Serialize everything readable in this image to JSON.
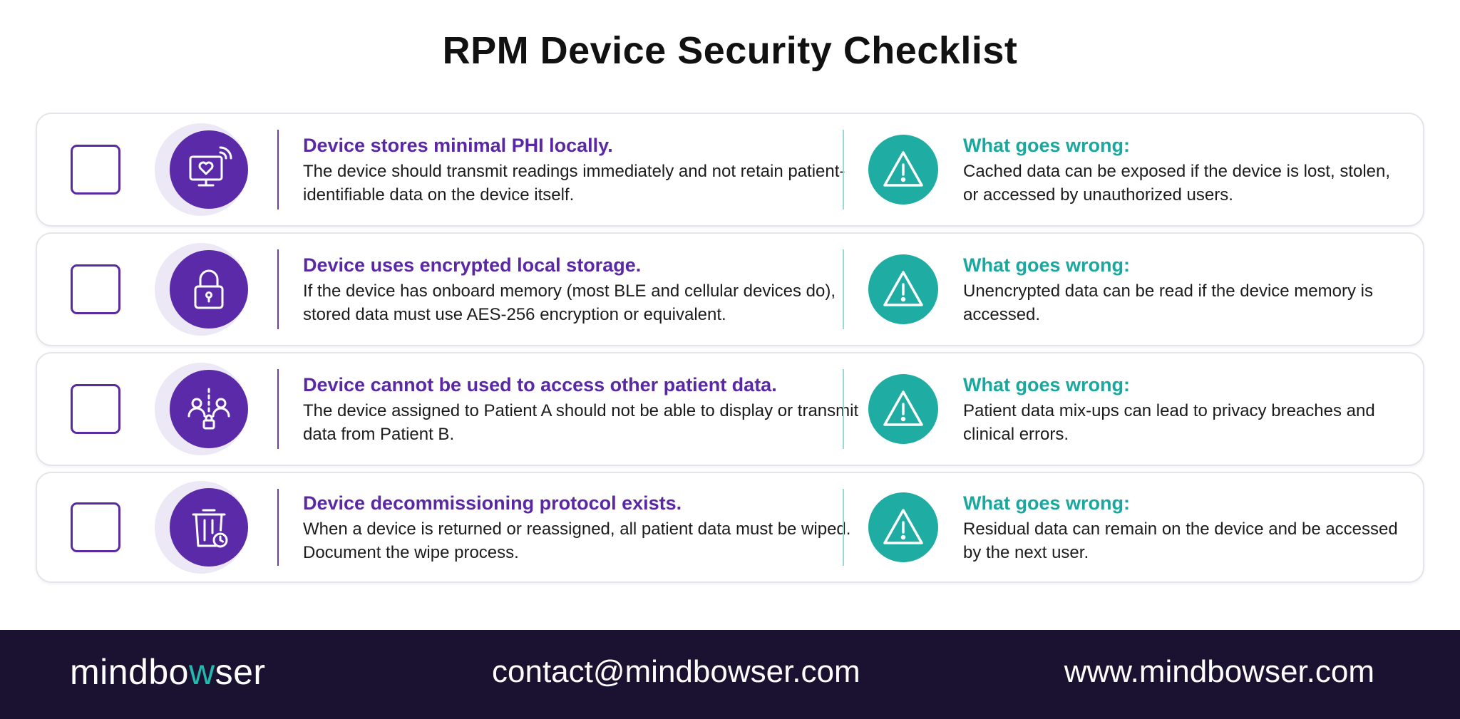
{
  "title": "RPM Device Security Checklist",
  "colors": {
    "purple": "#5b2aa8",
    "teal": "#1eaca3",
    "footer_bg": "#1a1230"
  },
  "items": [
    {
      "icon": "monitor-heart-wifi-icon",
      "title": "Device stores minimal PHI locally.",
      "description": "The device should transmit readings immediately and not retain patient-identifiable data on the device itself.",
      "wrong_title": "What goes wrong:",
      "wrong_description": "Cached data can be exposed if the device is lost, stolen, or accessed by unauthorized users."
    },
    {
      "icon": "padlock-icon",
      "title": "Device uses encrypted local storage.",
      "description": "If the device has onboard memory (most BLE and cellular devices do), stored data must use AES-256 encryption or equivalent.",
      "wrong_title": "What goes wrong:",
      "wrong_description": "Unencrypted data can be read if the device memory is accessed."
    },
    {
      "icon": "separated-users-lock-icon",
      "title": "Device cannot be used to access other patient data.",
      "description": "The device assigned to Patient A should not be able to display or transmit data from Patient B.",
      "wrong_title": "What goes wrong:",
      "wrong_description": "Patient data mix-ups can lead to privacy breaches and clinical errors."
    },
    {
      "icon": "trash-bin-clock-icon",
      "title": "Device decommissioning protocol exists.",
      "description": "When a device is returned or reassigned, all patient data must be wiped. Document the wipe process.",
      "wrong_title": "What goes wrong:",
      "wrong_description": "Residual data can remain on the device and be accessed by the next user."
    }
  ],
  "footer": {
    "brand_part1": "mindbo",
    "brand_accent": "w",
    "brand_part2": "ser",
    "email": "contact@mindbowser.com",
    "website": "www.mindbowser.com"
  }
}
